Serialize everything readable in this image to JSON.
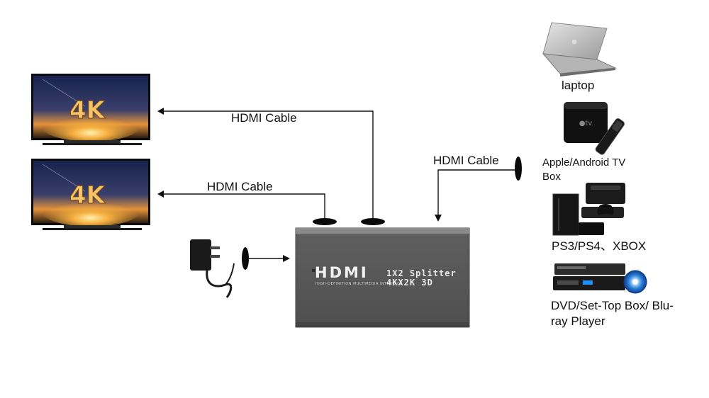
{
  "splitter": {
    "logo": "HDMI",
    "subtitle": "HIGH-DEFINITION MULTIMEDIA INTERFACE",
    "model_line1": "1X2 Splitter",
    "model_line2": "4KX2K 3D"
  },
  "displays": [
    {
      "badge": "4K"
    },
    {
      "badge": "4K"
    }
  ],
  "cables": {
    "top_output": "HDMI Cable",
    "bottom_output": "HDMI Cable",
    "input": "HDMI Cable"
  },
  "sources": [
    {
      "label": "laptop"
    },
    {
      "label": "Apple/Android TV Box"
    },
    {
      "label": "PS3/PS4、XBOX"
    },
    {
      "label": "DVD/Set-Top Box/ Blu-ray Player"
    }
  ],
  "colors": {
    "splitter_body": "#5c5c5c",
    "screen_sky": "#1c2c5c",
    "screen_glow": "#f2a23a",
    "line": "#111111"
  }
}
